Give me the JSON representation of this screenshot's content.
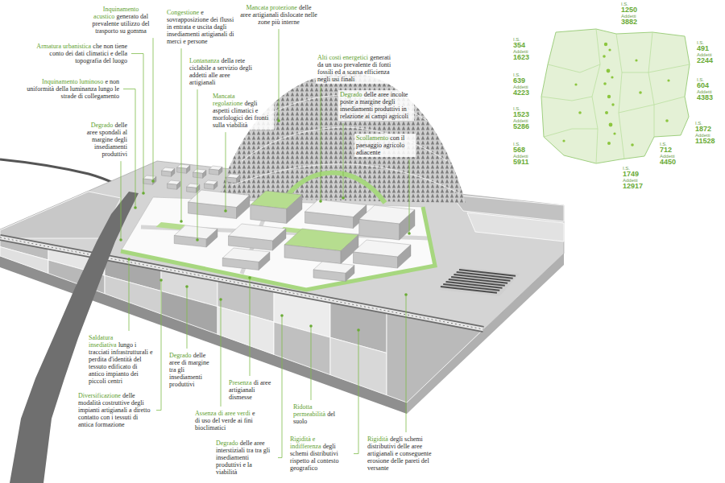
{
  "diagram": {
    "labels": [
      "Inquinamento acustico",
      "generato dal prevalente utilizzo del trasporto su gomma",
      "Armatura urbanistica",
      "che non tiene conto dei dati climatici e della topografia del luogo",
      "Inquinamento luminoso",
      "e non uniformità della luminanza lungo le strade di collegamento",
      "Degrado",
      "delle aree spondali al margine degli insediamenti produttivi",
      "Congestione",
      "e sovrapposizione dei flussi in entrata e uscita dagli insediamenti artigianali di merci e persone",
      "Lontananza",
      "della rete ciclabile a servizio degli addetti alle aree artigianali",
      "Mancata regolazione",
      "degli aspetti climatici e morfologici dei fronti sulla viabilità",
      "Mancata protezione",
      "delle aree artigianali dislocate nelle zone più interne",
      "Alti costi energetici",
      "generati da un uso prevalente di fonti fossili ed a scarsa efficienza negli usi finali",
      "Degrado",
      "delle aree incolte poste a margine degli insediamenti produttivi in relazione ai campi agricoli",
      "Scollamento",
      "con il paesaggio agricolo adiacente",
      "Saldatura insediativa",
      "lungo i tracciati infrastrutturali e perdita d'identità del tessuto edificato di antico impianto dei piccoli centri",
      "Diversificazione",
      "delle modalità costruttive degli impianti artigianali a diretto contatto con i tessuti di antica formazione",
      "Degrado",
      "delle aree di margine tra gli insediamenti produttivi",
      "Presenza",
      "di aree artigianali dismesse",
      "Assenza di aree verdi",
      "e di uso del verde ai fini bioclimatici",
      "Degrado",
      "delle aree interstiziali tra tra gli insediamenti produttivi e la viabilità",
      "Ridotta permeabilità",
      "del suolo",
      "Rigidità e indifferenza",
      "degli schemi distributivi rispetto al contesto geografico",
      "Rigidità",
      "degli schemi distributivi delle aree artigianali e conseguente erosione delle pareti del versante",
      "I.S.",
      "354",
      "Addetti",
      "1623",
      "I.S.",
      "639",
      "Addetti",
      "4223",
      "I.S.",
      "1523",
      "Addetti",
      "5286",
      "I.S.",
      "568",
      "Addetti",
      "5911",
      "I.S.",
      "1250",
      "Addetti",
      "3882",
      "I.S.",
      "491",
      "Addetti",
      "2244",
      "I.S.",
      "604",
      "Addetti",
      "4383",
      "I.S.",
      "1872",
      "Addetti",
      "11528",
      "I.S.",
      "712",
      "Addetti",
      "4450",
      "I.S.",
      "1749",
      "Addetti",
      "12917"
    ]
  }
}
